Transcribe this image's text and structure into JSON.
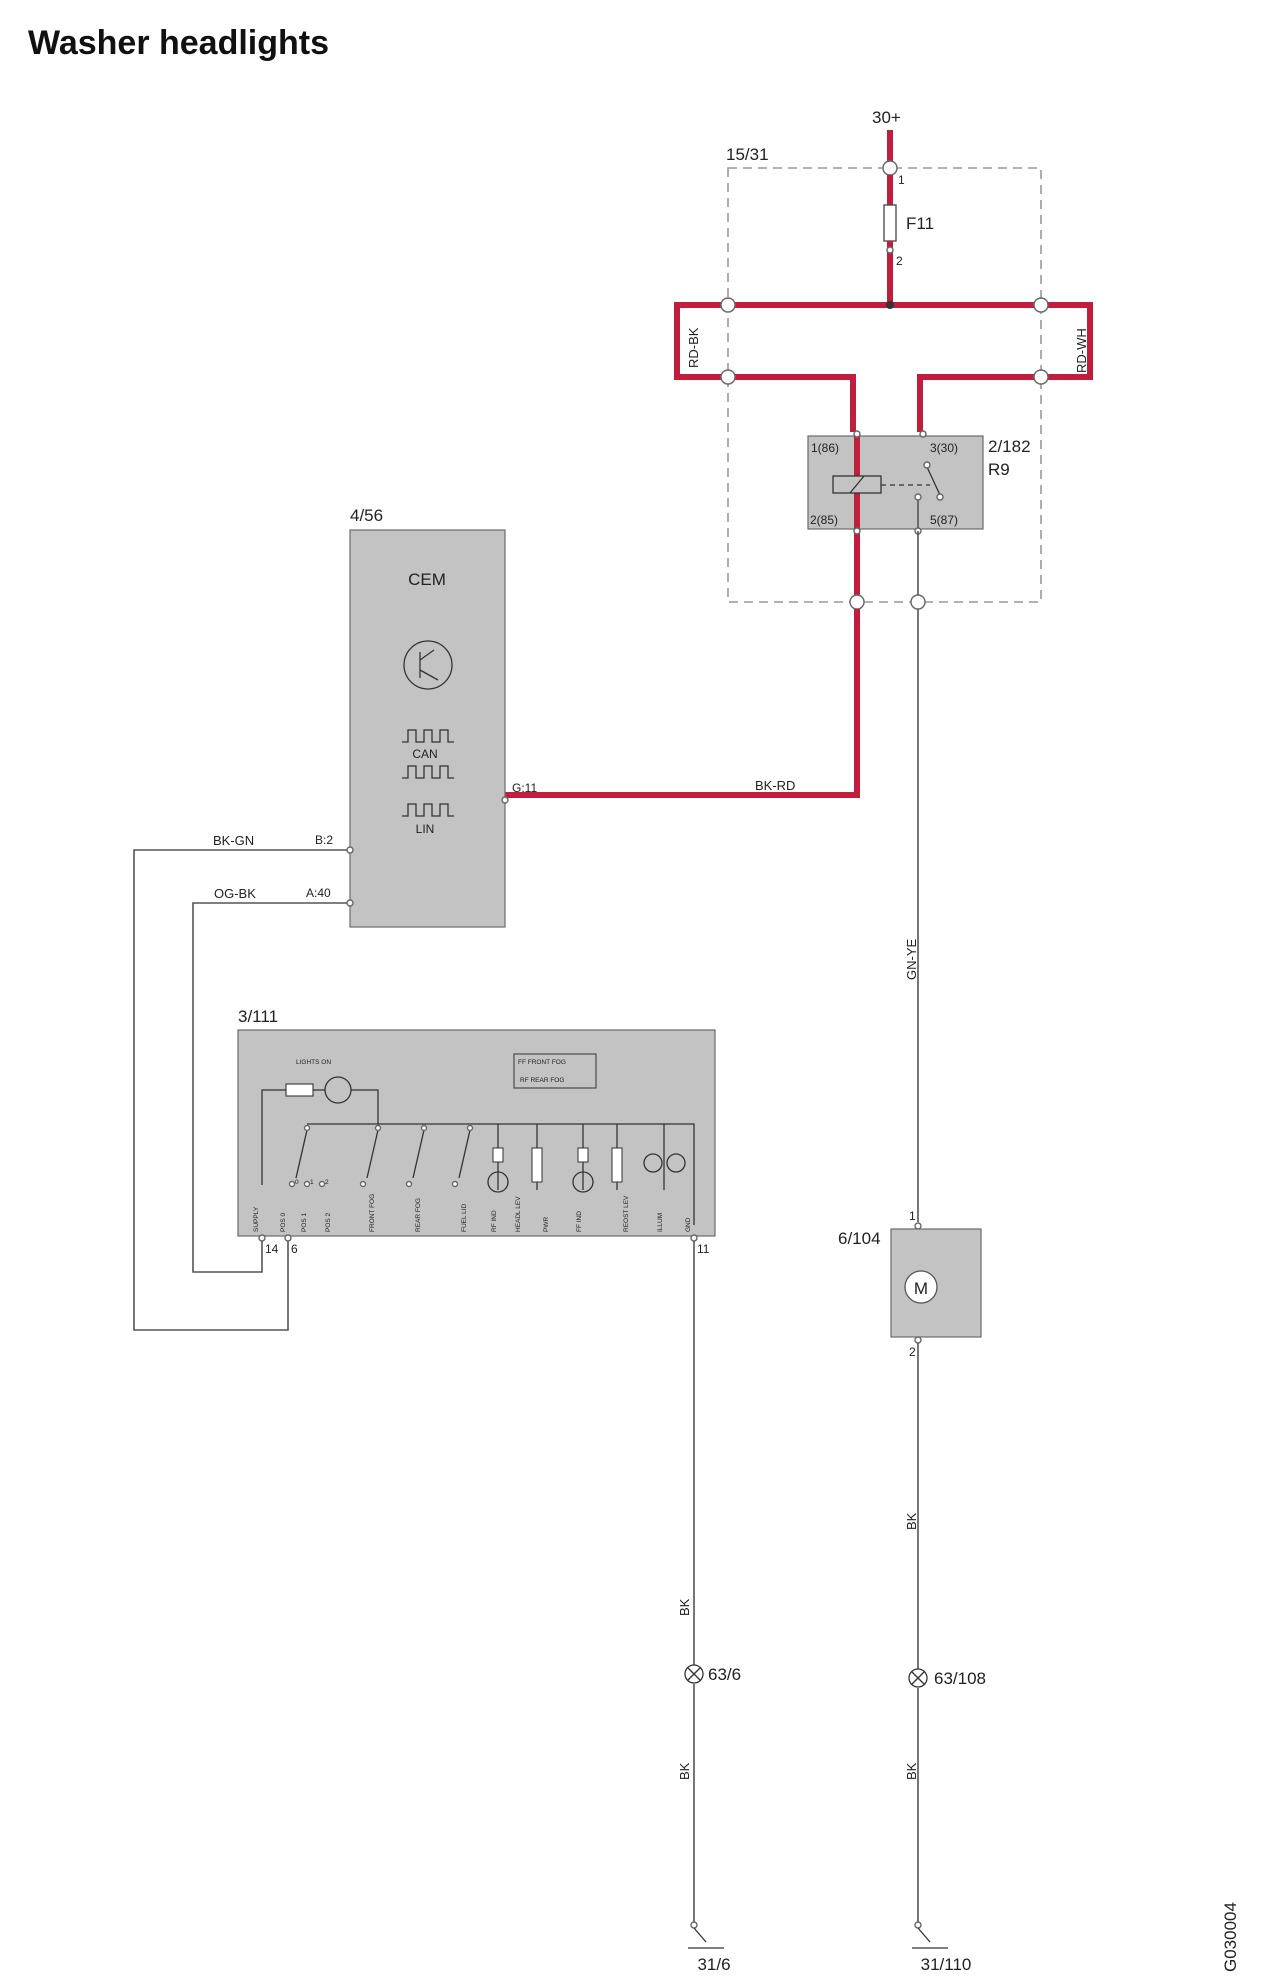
{
  "diagram": {
    "title": "Washer headlights",
    "figure_code": "G030004"
  },
  "supply": {
    "terminal": "30+",
    "fuse_box": "15/31",
    "fuse": "F11",
    "fuse_pin_top": "1",
    "fuse_pin_bottom": "2"
  },
  "relay": {
    "ref": "2/182",
    "name": "R9",
    "pin_86": "1(86)",
    "pin_85": "2(85)",
    "pin_30": "3(30)",
    "pin_87": "5(87)"
  },
  "cem": {
    "ref": "4/56",
    "name": "CEM",
    "can": "CAN",
    "lin": "LIN",
    "pin_g11": "G:11",
    "pin_b2": "B:2",
    "pin_a40": "A:40"
  },
  "switch_module": {
    "ref": "3/111",
    "lights_on": "LIGHTS ON",
    "legend_ff": "FF   FRONT FOG",
    "legend_rf": "RF   REAR FOG",
    "pos_0": "0",
    "pos_1": "1",
    "pos_2": "2",
    "labels": [
      "SUPPLY",
      "POS 0",
      "POS 1",
      "POS 2",
      "FRONT FOG",
      "REAR FOG",
      "FUEL LID",
      "RF IND",
      "HEADL LEV",
      "PWR",
      "FF IND",
      "REOST LEV",
      "ILLUM",
      "GND"
    ],
    "pin_14": "14",
    "pin_6": "6",
    "pin_11": "11"
  },
  "motor": {
    "ref": "6/104",
    "symbol": "M",
    "pin_1": "1",
    "pin_2": "2"
  },
  "wires": {
    "rd_bk": "RD-BK",
    "rd_wh": "RD-WH",
    "bk_rd": "BK-RD",
    "bk_gn": "BK-GN",
    "og_bk": "OG-BK",
    "gn_ye": "GN-YE",
    "bk_motor": "BK",
    "bk_left_upper": "BK",
    "bk_left_lower": "BK",
    "bk_right_lower": "BK"
  },
  "grounds": {
    "splice_left": "63/6",
    "splice_right": "63/108",
    "ground_left": "31/6",
    "ground_right": "31/110"
  },
  "colors": {
    "power_wire": "#c01e3c",
    "signal_wire": "#555555",
    "component_fill": "#c3c3c3"
  }
}
